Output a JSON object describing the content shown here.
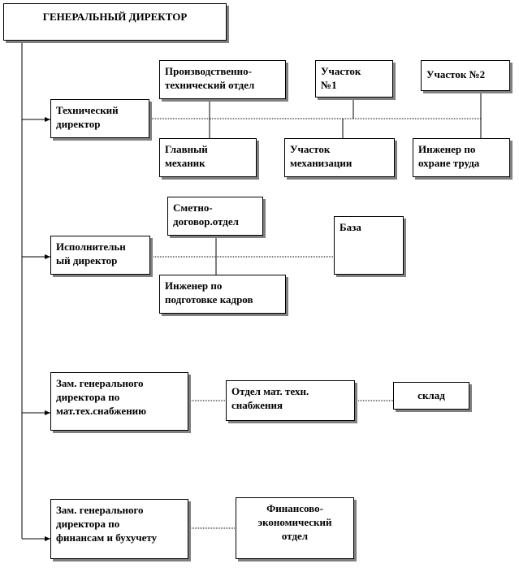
{
  "nodes": {
    "general_director": "ГЕНЕРАЛЬНЫЙ  ДИРЕКТОР",
    "technical_director": "Технический\nдиректор",
    "production_dept": "Производственно-\nтехнический отдел",
    "site_1": "Участок\n№1",
    "site_2": "Участок №2",
    "chief_mechanic": "Главный\nмеханик",
    "mechanization_site": "Участок\nмеханизации",
    "safety_engineer": "Инженер по\nохране труда",
    "executive_director": "Исполнительн\nый директор",
    "estimate_dept": "Сметно-\nдоговор.отдел",
    "base": "База",
    "hr_engineer": "Инженер по\nподготовке кадров",
    "deputy_supply": "Зам. генерального\nдиректора по\nмат.тех.снабжению",
    "supply_dept": "Отдел мат. техн.\nснабжения",
    "warehouse": "склад",
    "deputy_finance": "Зам. генерального\nдиректора по\nфинансам и бухучету",
    "finance_dept": "Финансово-\nэкономический\nотдел"
  },
  "colors": {
    "border": "#000000",
    "shadow": "#808080",
    "background": "#ffffff"
  }
}
